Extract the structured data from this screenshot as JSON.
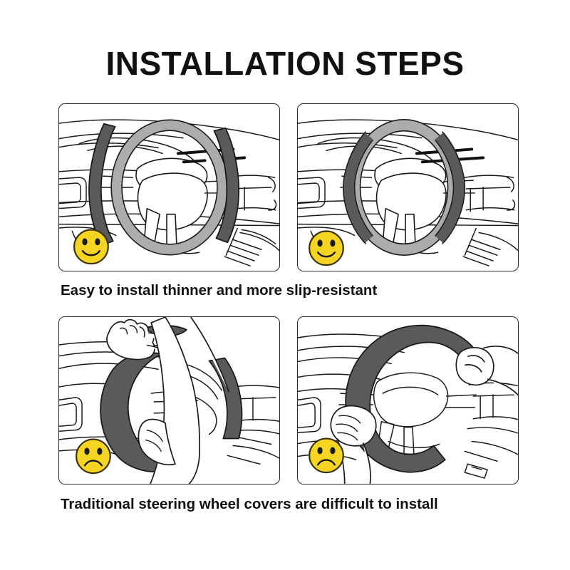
{
  "page": {
    "title": "INSTALLATION STEPS",
    "background_color": "#ffffff"
  },
  "colors": {
    "title_text": "#111111",
    "caption_text": "#111111",
    "panel_border": "#2b2b2b",
    "line_art_stroke": "#1a1a1a",
    "wheel_rim_light_gray": "#acacac",
    "cover_dark_gray": "#5a5a5a",
    "smiley_yellow": "#f5d521",
    "smiley_outline": "#3a3205",
    "panel_fill": "#ffffff"
  },
  "panels": [
    {
      "id": "panel-1",
      "position": "top-left",
      "scene": "car-interior-steering-wheel",
      "wheel_state": "bare-wheel-with-two-cover-halves-approaching",
      "face": {
        "name": "smiley-face-happy",
        "expression": "happy",
        "color": "#f5d521"
      }
    },
    {
      "id": "panel-2",
      "position": "top-right",
      "scene": "car-interior-steering-wheel",
      "wheel_state": "cover-installed-on-wheel",
      "face": {
        "name": "smiley-face-happy",
        "expression": "happy",
        "color": "#f5d521"
      }
    },
    {
      "id": "panel-3",
      "position": "bottom-left",
      "scene": "car-interior-hands-struggling",
      "wheel_state": "traditional-cover-being-forced-on",
      "face": {
        "name": "smiley-face-sad",
        "expression": "sad",
        "color": "#f5d521"
      }
    },
    {
      "id": "panel-4",
      "position": "bottom-right",
      "scene": "car-interior-hands-stretching-cover",
      "wheel_state": "traditional-thick-cover-stretched-by-two-hands",
      "face": {
        "name": "smiley-face-sad",
        "expression": "sad",
        "color": "#f5d521"
      }
    }
  ],
  "captions": {
    "row1": "Easy to install thinner and more slip-resistant",
    "row2": "Traditional steering wheel covers are difficult to install"
  }
}
